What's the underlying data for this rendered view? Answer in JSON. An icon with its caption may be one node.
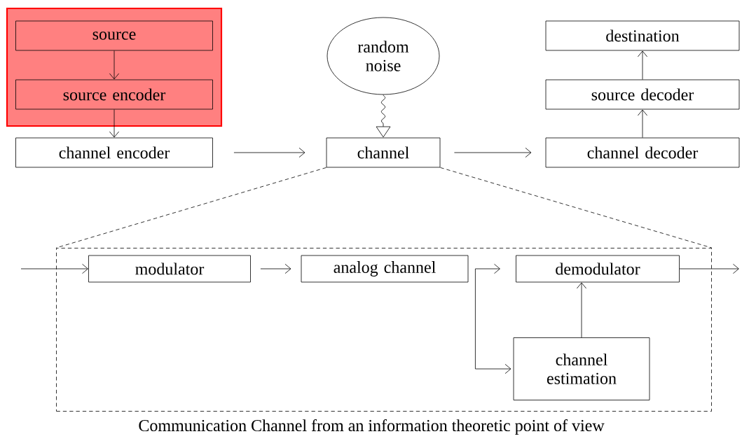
{
  "diagram": {
    "caption": "Communication Channel from an information theoretic point of view",
    "nodes": [
      {
        "text": [],
        "shape": "box"
      },
      {
        "text": [
          "source"
        ],
        "in": 0
      },
      {
        "text": [
          "source encoder"
        ],
        "in": 0
      },
      {
        "text": [
          "channel encoder"
        ]
      },
      {
        "text": [
          "random noise"
        ]
      },
      {
        "text": [
          "channel"
        ]
      },
      {
        "text": [
          "destination"
        ]
      },
      {
        "text": [
          "source decoder"
        ]
      },
      {
        "text": [
          "channel decoder"
        ]
      },
      {
        "text": [],
        "shape": "box"
      },
      {
        "text": [
          "modulator"
        ],
        "in": 9
      },
      {
        "text": [
          "analog channel"
        ],
        "in": 9
      },
      {
        "text": [
          "demodulator"
        ],
        "in": 9
      },
      {
        "text": [
          "channel estimation"
        ],
        "in": 9
      }
    ],
    "edges": [
      {
        "from": 1,
        "to": 2,
        "arrow": "to"
      },
      {
        "from": 2,
        "to": 3,
        "arrow": "to"
      },
      {
        "from": 3,
        "to": 5,
        "arrow": "to"
      },
      {
        "from": 4,
        "to": 5,
        "arrow": "to"
      },
      {
        "from": 5,
        "to": 8,
        "arrow": "to"
      },
      {
        "from": 8,
        "to": 7,
        "arrow": "to"
      },
      {
        "from": 7,
        "to": 6,
        "arrow": "to"
      },
      {
        "from": 5,
        "to": 9,
        "arrow": "none",
        "style": "dashed"
      },
      {
        "from": 5,
        "to": 9,
        "arrow": "none",
        "style": "dashed"
      },
      {
        "from": null,
        "to": 10,
        "arrow": "to"
      },
      {
        "from": 10,
        "to": 11,
        "arrow": "to"
      },
      {
        "from": 11,
        "to": 12,
        "arrow": "to"
      },
      {
        "from": 11,
        "to": 13,
        "arrow": "to"
      },
      {
        "from": 13,
        "to": 12,
        "arrow": "to"
      },
      {
        "from": 12,
        "to": null,
        "arrow": "to"
      }
    ]
  }
}
